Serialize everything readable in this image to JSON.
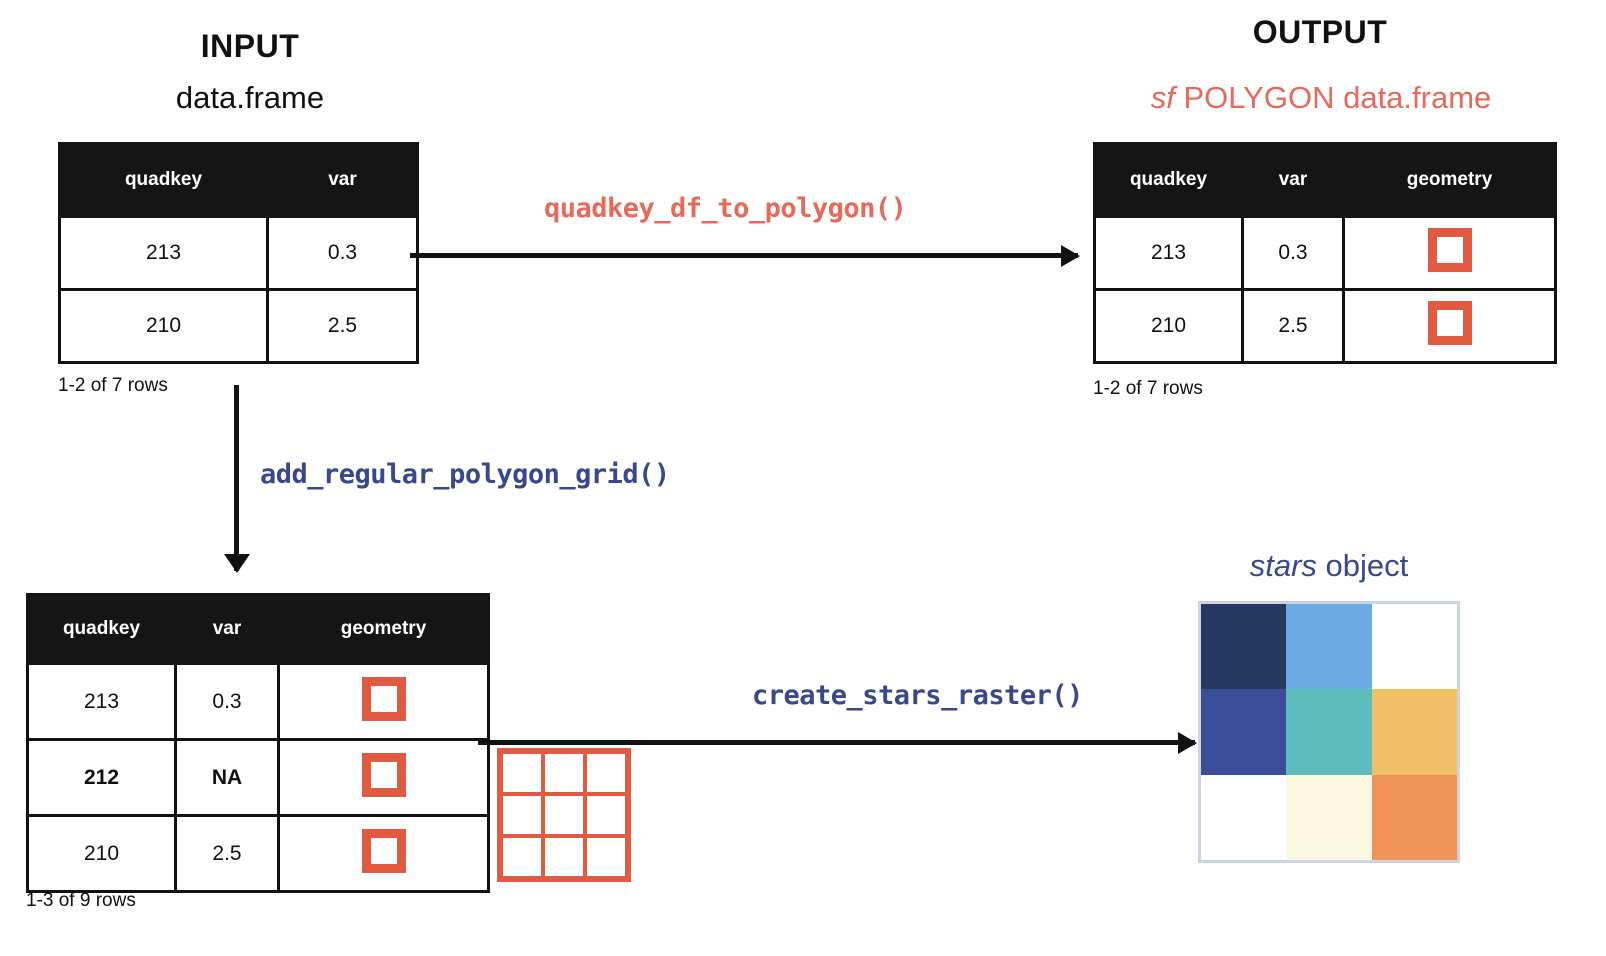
{
  "colors": {
    "red": "#E8695A",
    "orange": "#E05B41",
    "navy": "#39488C",
    "black": "#111111",
    "header_bg": "#151515",
    "raster_border": "#ccd4e2"
  },
  "input": {
    "heading": "INPUT",
    "subheading": "data.frame",
    "columns": [
      "quadkey",
      "var"
    ],
    "rows": [
      {
        "quadkey": "213",
        "var": "0.3",
        "bold": false
      },
      {
        "quadkey": "210",
        "var": "2.5",
        "bold": false
      }
    ],
    "caption": "1-2 of 7 rows"
  },
  "output": {
    "heading": "OUTPUT",
    "subheading_italic": "sf",
    "subheading_rest": " POLYGON data.frame",
    "columns": [
      "quadkey",
      "var",
      "geometry"
    ],
    "rows": [
      {
        "quadkey": "213",
        "var": "0.3",
        "geometry": "polygon-square-icon",
        "bold": false
      },
      {
        "quadkey": "210",
        "var": "2.5",
        "geometry": "polygon-square-icon",
        "bold": false
      }
    ],
    "caption": "1-2 of 7 rows"
  },
  "grid_table": {
    "columns": [
      "quadkey",
      "var",
      "geometry"
    ],
    "rows": [
      {
        "quadkey": "213",
        "var": "0.3",
        "geometry": "polygon-square-icon",
        "bold": false
      },
      {
        "quadkey": "212",
        "var": "NA",
        "geometry": "polygon-square-icon",
        "bold": true
      },
      {
        "quadkey": "210",
        "var": "2.5",
        "geometry": "polygon-square-icon",
        "bold": false
      }
    ],
    "caption": "1-3 of 9 rows"
  },
  "stars": {
    "label_italic": "stars",
    "label_rest": " object",
    "raster_cells": [
      [
        "#25385F",
        "#6BAAE4",
        "#FFFFFF"
      ],
      [
        "#3B4D99",
        "#5EBDBC",
        "#F2C066"
      ],
      [
        "#FFFFFF",
        "#FAF8E0",
        "#EF9559"
      ]
    ]
  },
  "functions": {
    "quadkey_df_to_polygon": "quadkey_df_to_polygon()",
    "add_regular_polygon_grid": "add_regular_polygon_grid()",
    "create_stars_raster": "create_stars_raster()"
  },
  "grid_glyph": {
    "name": "regular-polygon-grid-glyph",
    "rows": 3,
    "cols": 3
  }
}
